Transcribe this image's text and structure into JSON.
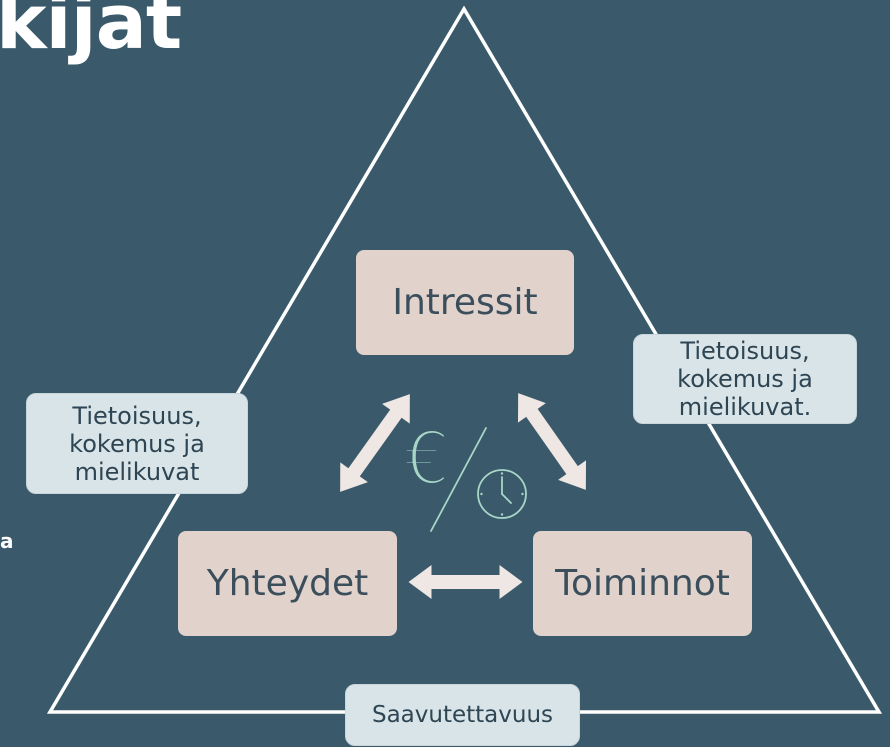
{
  "slide": {
    "title_fragment": "kijat",
    "side_fragment": "a"
  },
  "diagram": {
    "nodes": {
      "top": "Intressit",
      "bottom_left": "Yhteydet",
      "bottom_right": "Toiminnot"
    },
    "edge_labels": {
      "left": [
        "Tietoisuus,",
        "kokemus ja",
        "mielikuvat"
      ],
      "right": [
        "Tietoisuus,",
        "kokemus ja",
        "mielikuvat."
      ],
      "bottom": "Saavutettavuus"
    },
    "center": {
      "currency_symbol": "€",
      "time_icon": "clock-icon"
    },
    "connector_icon": "double-arrow-icon"
  },
  "colors": {
    "background": "#3a5a6b",
    "outline": "#ffffff",
    "node_fill": "#e1d2cb",
    "node_text": "#3a4e5c",
    "label_fill": "#d9e4e8",
    "label_text": "#2e4553",
    "arrow_fill": "#efe7e3",
    "accent": "#a8d6c6",
    "heading_text": "#ffffff"
  }
}
